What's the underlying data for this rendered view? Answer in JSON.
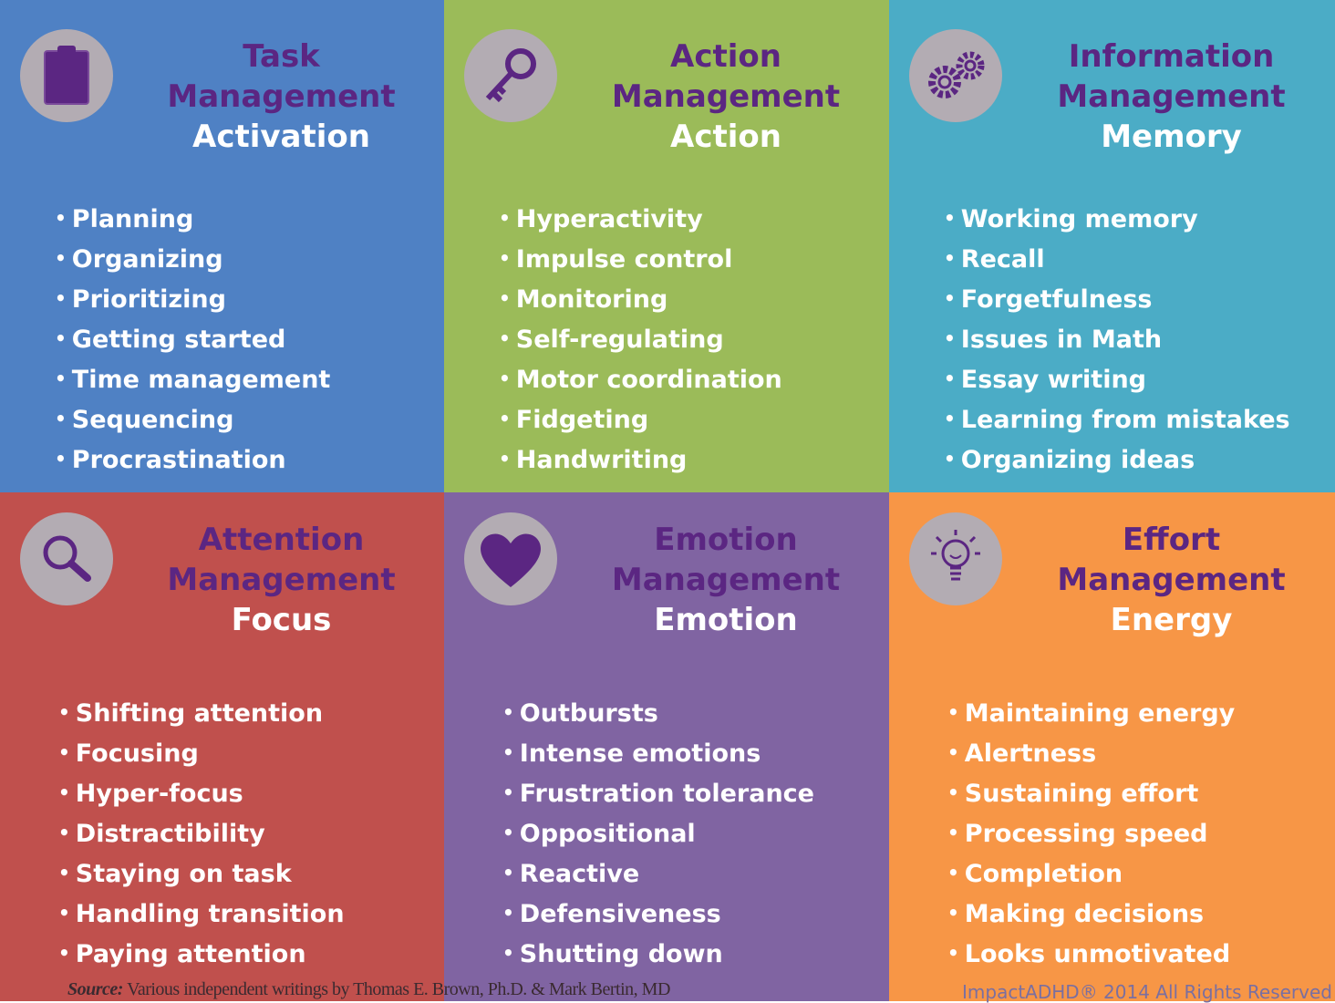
{
  "colors": {
    "title": "#5b2682",
    "subtitle": "#ffffff",
    "icon_bg": "#b3acb3"
  },
  "cells": [
    {
      "title1": "Task",
      "title2": "Management",
      "title3": "Activation",
      "bg": "#4f81c4",
      "icon": "clipboard-icon",
      "items": [
        "Planning",
        "Organizing",
        "Prioritizing",
        "Getting started",
        "Time management",
        "Sequencing",
        "Procrastination"
      ]
    },
    {
      "title1": "Action",
      "title2": "Management",
      "title3": "Action",
      "bg": "#9bbb59",
      "icon": "key-icon",
      "items": [
        "Hyperactivity",
        "Impulse control",
        "Monitoring",
        "Self-regulating",
        "Motor coordination",
        "Fidgeting",
        "Handwriting"
      ]
    },
    {
      "title1": "Information",
      "title2": "Management",
      "title3": "Memory",
      "bg": "#4bacc6",
      "icon": "gears-icon",
      "items": [
        "Working memory",
        "Recall",
        "Forgetfulness",
        "Issues in Math",
        "Essay writing",
        "Learning from mistakes",
        "Organizing ideas"
      ]
    },
    {
      "title1": "Attention",
      "title2": "Management",
      "title3": "Focus",
      "bg": "#c0504d",
      "icon": "magnifier-icon",
      "items": [
        "Shifting attention",
        "Focusing",
        "Hyper-focus",
        "Distractibility",
        "Staying on task",
        "Handling transition",
        "Paying attention"
      ]
    },
    {
      "title1": "Emotion",
      "title2": "Management",
      "title3": "Emotion",
      "bg": "#8064a2",
      "icon": "heart-icon",
      "items": [
        "Outbursts",
        "Intense emotions",
        "Frustration tolerance",
        "Oppositional",
        "Reactive",
        "Defensiveness",
        "Shutting down"
      ]
    },
    {
      "title1": "Effort",
      "title2": "Management",
      "title3": "Energy",
      "bg": "#f79646",
      "icon": "lightbulb-icon",
      "items": [
        "Maintaining energy",
        "Alertness",
        "Sustaining effort",
        "Processing speed",
        "Completion",
        "Making decisions",
        "Looks unmotivated"
      ]
    }
  ],
  "footer": {
    "source_label": "Source:",
    "source_text": " Various independent  writings by Thomas E. Brown, Ph.D.  & Mark Bertin, MD",
    "copyright": "ImpactADHD® 2014 All Rights Reserved"
  }
}
